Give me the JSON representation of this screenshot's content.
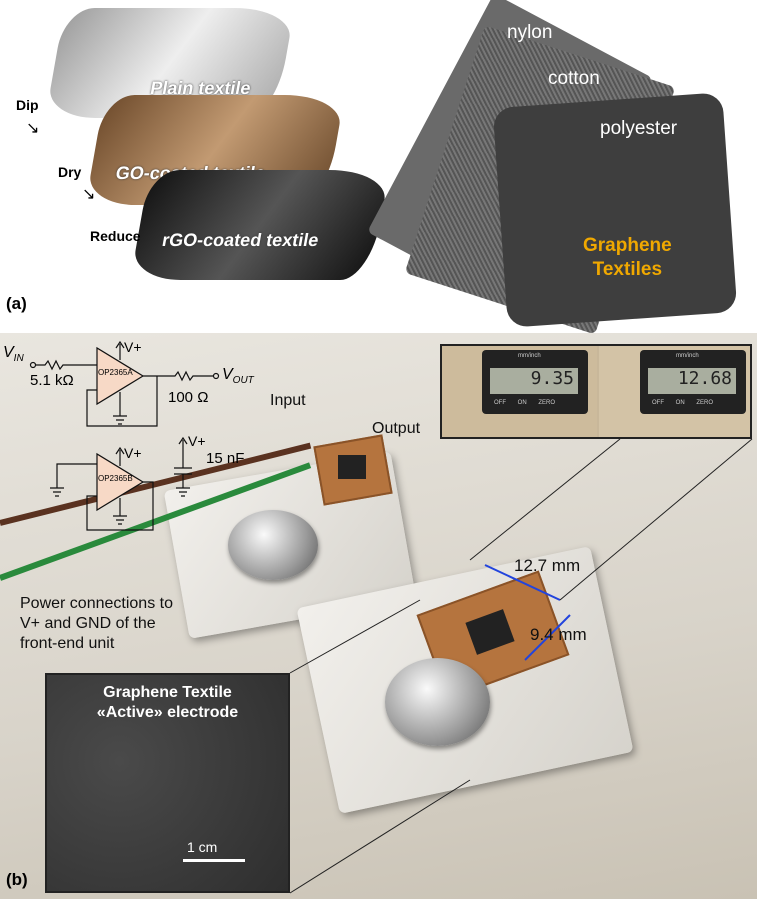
{
  "panel_a": {
    "label": "(a)",
    "steps": [
      "Dip",
      "Dry",
      "Reduce"
    ],
    "sheets": [
      "Plain textile",
      "GO-coated textile",
      "rGO-coated textile"
    ],
    "fabrics": [
      "nylon",
      "cotton",
      "polyester"
    ],
    "product": [
      "Graphene",
      "Textiles"
    ],
    "accent": "#f0a800"
  },
  "panel_b": {
    "label": "(b)",
    "circuit": {
      "vin": "V",
      "vin_sub": "IN",
      "r1": "5.1 kΩ",
      "opamp_a": "OP2365A",
      "opamp_b": "OP2365B",
      "vplus": "V+",
      "vout": "V",
      "vout_sub": "OUT",
      "r2": "100 Ω",
      "cap": "15 nF"
    },
    "annotations": {
      "input": "Input",
      "output": "Output",
      "power": [
        "Power connections to",
        "V+ and GND of the",
        "front-end unit"
      ],
      "dim1": "12.7 mm",
      "dim2": "9.4 mm"
    },
    "calipers": [
      {
        "reading": "9.35",
        "unit": "mm/inch",
        "buttons": [
          "OFF",
          "ON",
          "ZERO"
        ]
      },
      {
        "reading": "12.68",
        "unit": "mm/inch",
        "buttons": [
          "OFF",
          "ON",
          "ZERO"
        ]
      }
    ],
    "inset": {
      "title": [
        "Graphene Textile",
        "«Active» electrode"
      ],
      "scale": "1 cm"
    },
    "dim_color": "#2244dd"
  }
}
